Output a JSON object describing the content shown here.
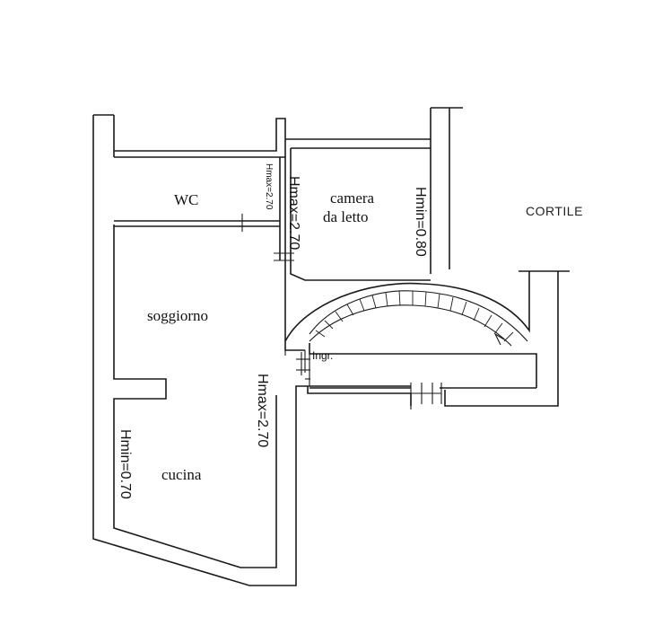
{
  "rooms": {
    "wc": "WC",
    "camera_line1": "camera",
    "camera_line2": "da letto",
    "soggiorno": "soggiorno",
    "cucina": "cucina",
    "cortile": "CORTILE"
  },
  "dimensions": {
    "wc_hmax": "Hmax=2.70",
    "camera_hmax": "Hmax=2.70",
    "camera_hmin": "Hmin=0.80",
    "soggiorno_hmax": "Hmax=2.70",
    "cucina_hmin": "Hmin=0.70"
  },
  "entrance": {
    "label": "Ingr."
  },
  "colors": {
    "line": "#1a1a1a",
    "background": "#ffffff"
  }
}
